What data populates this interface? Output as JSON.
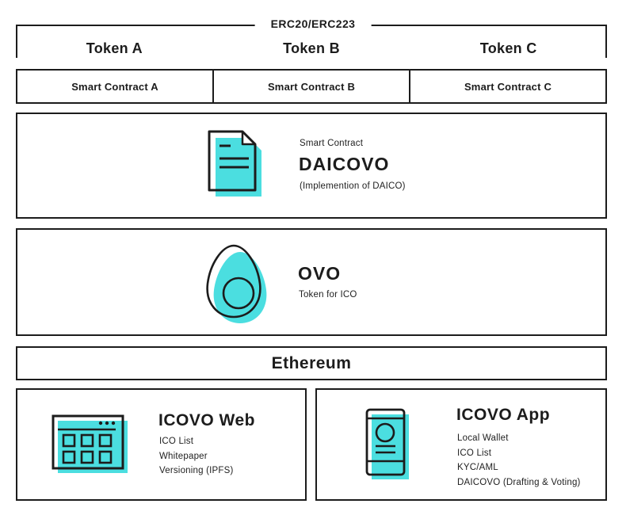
{
  "colors": {
    "accent": "#4BDEE0",
    "ink": "#1C1C1C"
  },
  "bracket": {
    "label": "ERC20/ERC223"
  },
  "tokens": [
    "Token A",
    "Token B",
    "Token C"
  ],
  "contracts": [
    "Smart Contract A",
    "Smart Contract B",
    "Smart Contract C"
  ],
  "daicovo": {
    "kicker": "Smart Contract",
    "title": "DAICOVO",
    "subtitle": "(Implemention of DAICO)",
    "icon": "document-icon"
  },
  "ovo": {
    "title": "OVO",
    "subtitle": "Token for ICO",
    "icon": "egg-icon"
  },
  "ethereum": {
    "title": "Ethereum"
  },
  "icovo_web": {
    "title": "ICOVO Web",
    "items": [
      "ICO List",
      "Whitepaper",
      "Versioning (IPFS)"
    ],
    "icon": "browser-window-icon"
  },
  "icovo_app": {
    "title": "ICOVO App",
    "items": [
      "Local Wallet",
      "ICO List",
      "KYC/AML",
      "DAICOVO (Drafting & Voting)"
    ],
    "icon": "smartphone-icon"
  }
}
